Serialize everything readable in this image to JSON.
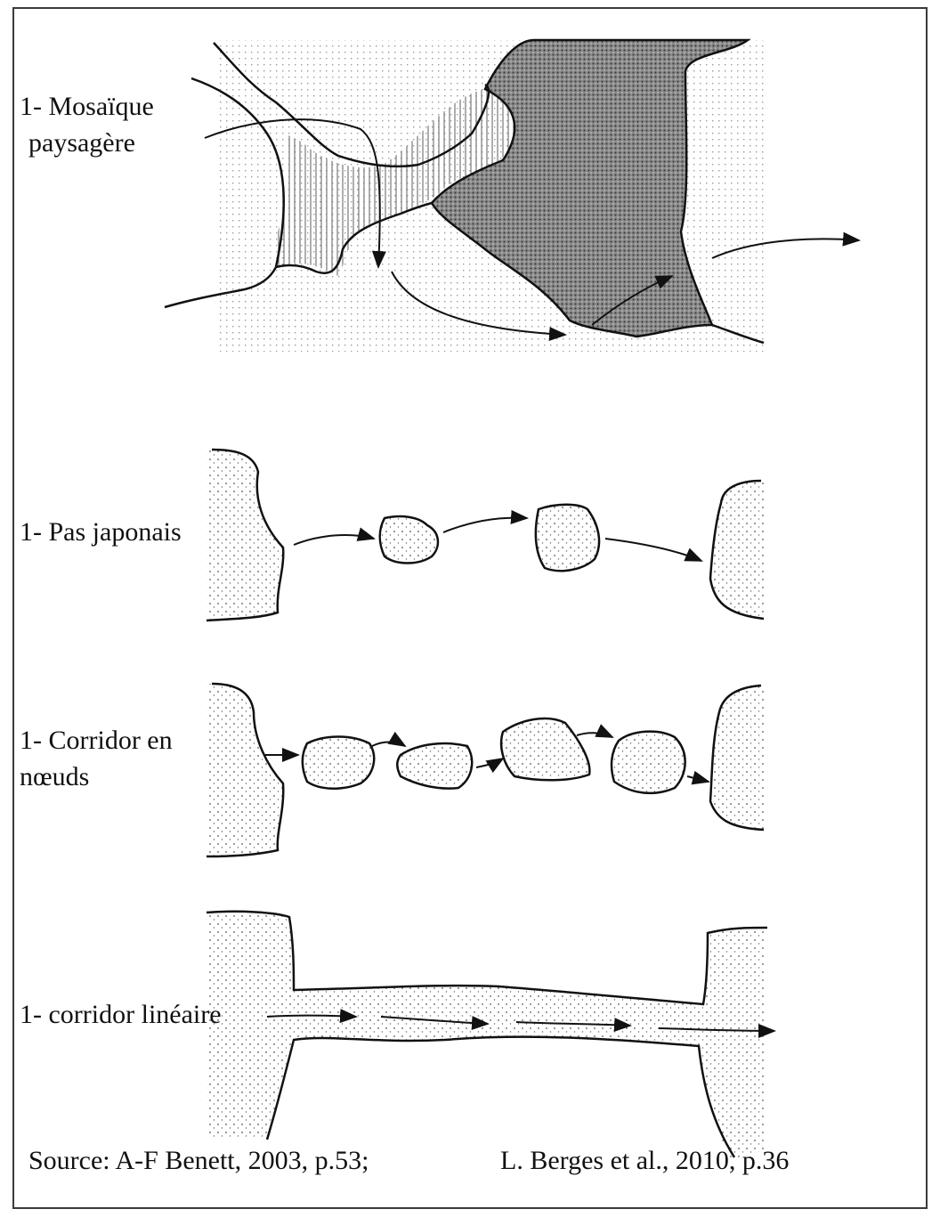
{
  "panels": [
    {
      "lines": [
        "1- Mosaïque",
        "paysagère"
      ]
    },
    {
      "lines": [
        "1- Pas japonais"
      ]
    },
    {
      "lines": [
        "1- Corridor en",
        "nœuds"
      ]
    },
    {
      "lines": [
        "1- corridor linéaire"
      ]
    }
  ],
  "source": {
    "part1": "Source: A-F Benett, 2003, p.53;",
    "part2": "L. Berges et al., 2010, p.36"
  },
  "colors": {
    "ink": "#111111",
    "stipple": "#555555",
    "frame": "#3a3a3a"
  }
}
